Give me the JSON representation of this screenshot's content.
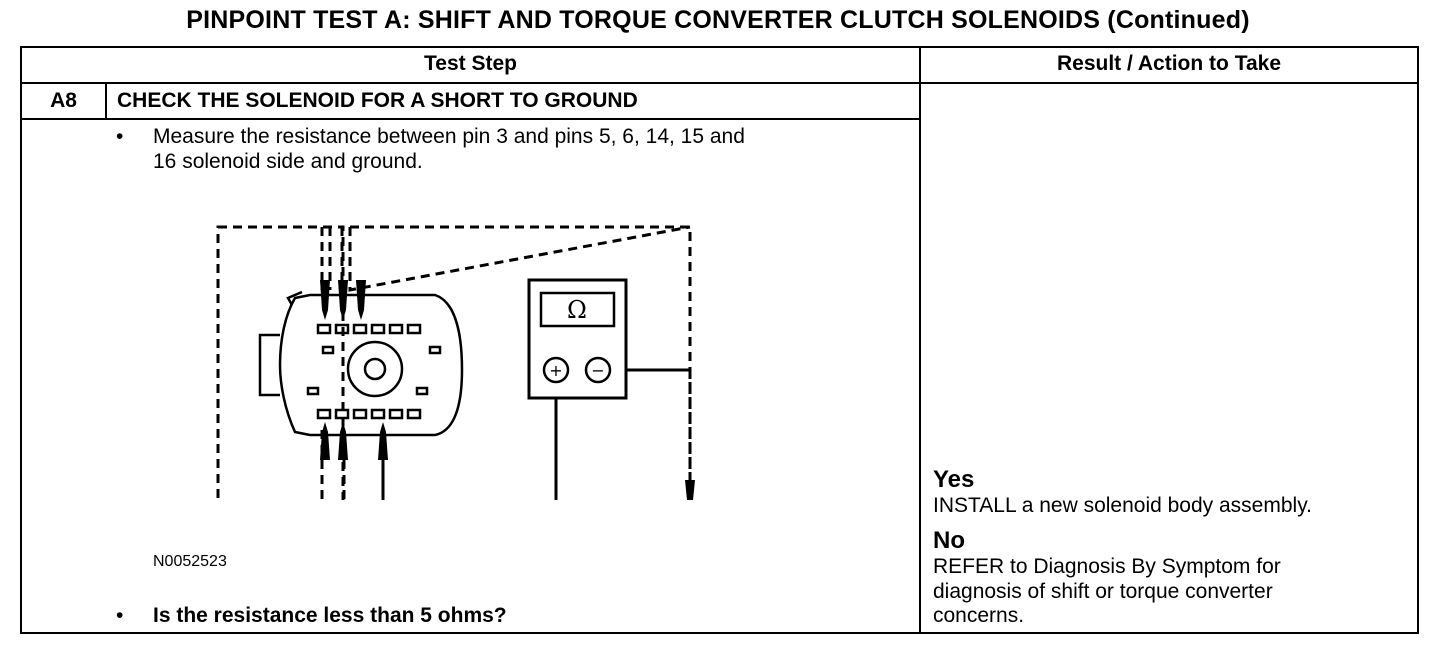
{
  "page_title": "PINPOINT TEST  A: SHIFT AND TORQUE CONVERTER CLUTCH SOLENOIDS (Continued)",
  "table": {
    "col_test_step": "Test Step",
    "col_result": "Result / Action to Take"
  },
  "step": {
    "id": "A8",
    "title": "CHECK THE SOLENOID FOR A SHORT TO GROUND",
    "bullet_1_line_1": "Measure the resistance between pin 3 and pins 5, 6, 14, 15 and",
    "bullet_1_line_2": "16 solenoid side and ground.",
    "figure_id": "N0052523",
    "bullet_2": "Is the resistance less than 5 ohms?",
    "bullet_symbol": "•"
  },
  "diagram": {
    "meter_symbol": "Ω",
    "plus_symbol": "+",
    "minus_symbol": "−",
    "icons": [
      "ohmmeter-icon",
      "ground-icon",
      "connector-icon"
    ]
  },
  "result": {
    "yes_label": "Yes",
    "yes_action": "INSTALL a new solenoid body assembly.",
    "no_label": "No",
    "no_action_line_1": "REFER to Diagnosis By Symptom for",
    "no_action_line_2": "diagnosis of shift or torque converter",
    "no_action_line_3": "concerns."
  }
}
